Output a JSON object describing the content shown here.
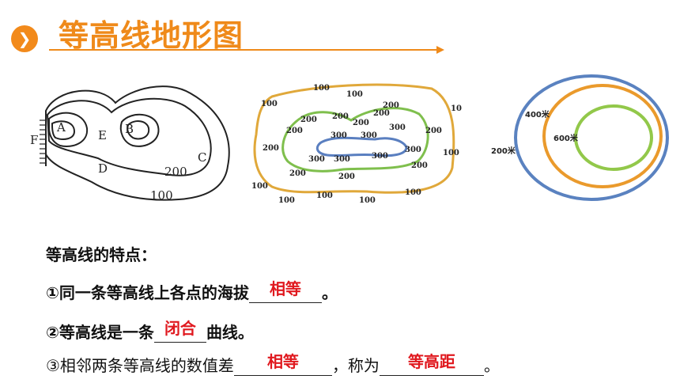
{
  "header": {
    "title": "等高线地形图",
    "icon": "chevron-right-icon",
    "accent": "#ef8a1a"
  },
  "diagram1": {
    "labels": {
      "a": "A",
      "b": "B",
      "c": "C",
      "d": "D",
      "e": "E",
      "f": "F",
      "c200": "200",
      "c100": "100"
    }
  },
  "diagram2": {
    "labels100": [
      "100",
      "100",
      "100",
      "100",
      "100",
      "100",
      "100",
      "100",
      "100",
      "100"
    ],
    "labels200": [
      "200",
      "200",
      "200",
      "200",
      "200",
      "200",
      "200",
      "200",
      "200",
      "200",
      "200"
    ],
    "labels300": [
      "300",
      "300",
      "300",
      "300",
      "300",
      "300",
      "300"
    ],
    "colors": {
      "c100": "#e0a83a",
      "c200": "#7fbf4d",
      "c300": "#5a7fc0"
    }
  },
  "diagram3": {
    "labels": {
      "outer": "200米",
      "middle": "400米",
      "inner": "600米"
    },
    "colors": {
      "outer": "#5a82c0",
      "middle": "#ea9a2c",
      "inner": "#92c84a"
    }
  },
  "text": {
    "heading": "等高线的特点：",
    "l1_pre": "①同一条等高线上各点的海拔",
    "l1_ans": "相等",
    "l1_post": "。",
    "l2_pre": "②等高线是一条",
    "l2_ans": "闭合",
    "l2_post": "曲线。",
    "l3_pre": "③相邻两条等高线的数值差",
    "l3_ans": "相等",
    "l3_mid": "，称为",
    "l3_ans2": "等高距",
    "l3_post": "。"
  }
}
